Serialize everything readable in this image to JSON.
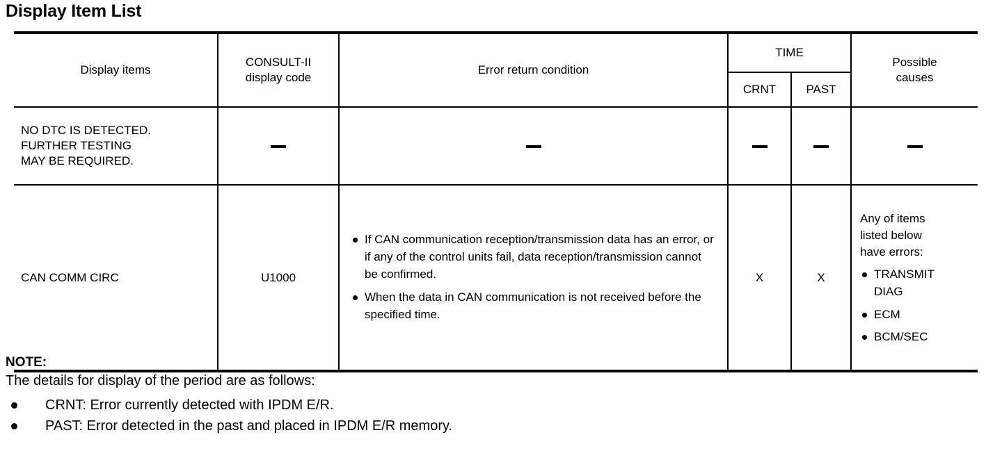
{
  "page_title": "Display Item List",
  "table": {
    "headers": {
      "display_items": "Display items",
      "consult_code": "CONSULT-II\ndisplay code",
      "error_return_condition": "Error return condition",
      "time_group": "TIME",
      "time_crnt": "CRNT",
      "time_past": "PAST",
      "possible_causes": "Possible\ncauses"
    },
    "rows": [
      {
        "display_items": "NO DTC IS DETECTED.\nFURTHER TESTING\nMAY BE REQUIRED.",
        "consult_code": "—",
        "conditions": [],
        "condition_dash": "—",
        "crnt": "—",
        "past": "—",
        "causes_intro": "",
        "causes": [],
        "causes_dash": "—"
      },
      {
        "display_items": "CAN COMM CIRC",
        "consult_code": "U1000",
        "conditions": [
          "If CAN communication reception/transmission data has an error, or if any of the control units fail, data reception/transmission cannot be confirmed.",
          "When the data in CAN communication is not received before the specified time."
        ],
        "condition_dash": "",
        "crnt": "X",
        "past": "X",
        "causes_intro": "Any of items\nlisted below\nhave errors:",
        "causes": [
          "TRANSMIT\nDIAG",
          "ECM",
          "BCM/SEC"
        ],
        "causes_dash": ""
      }
    ]
  },
  "note": {
    "title": "NOTE:",
    "lead": "The details for display of the period are as follows:",
    "bullets": [
      "CRNT: Error currently detected with IPDM E/R.",
      "PAST: Error detected in the past and placed in IPDM E/R memory."
    ]
  }
}
